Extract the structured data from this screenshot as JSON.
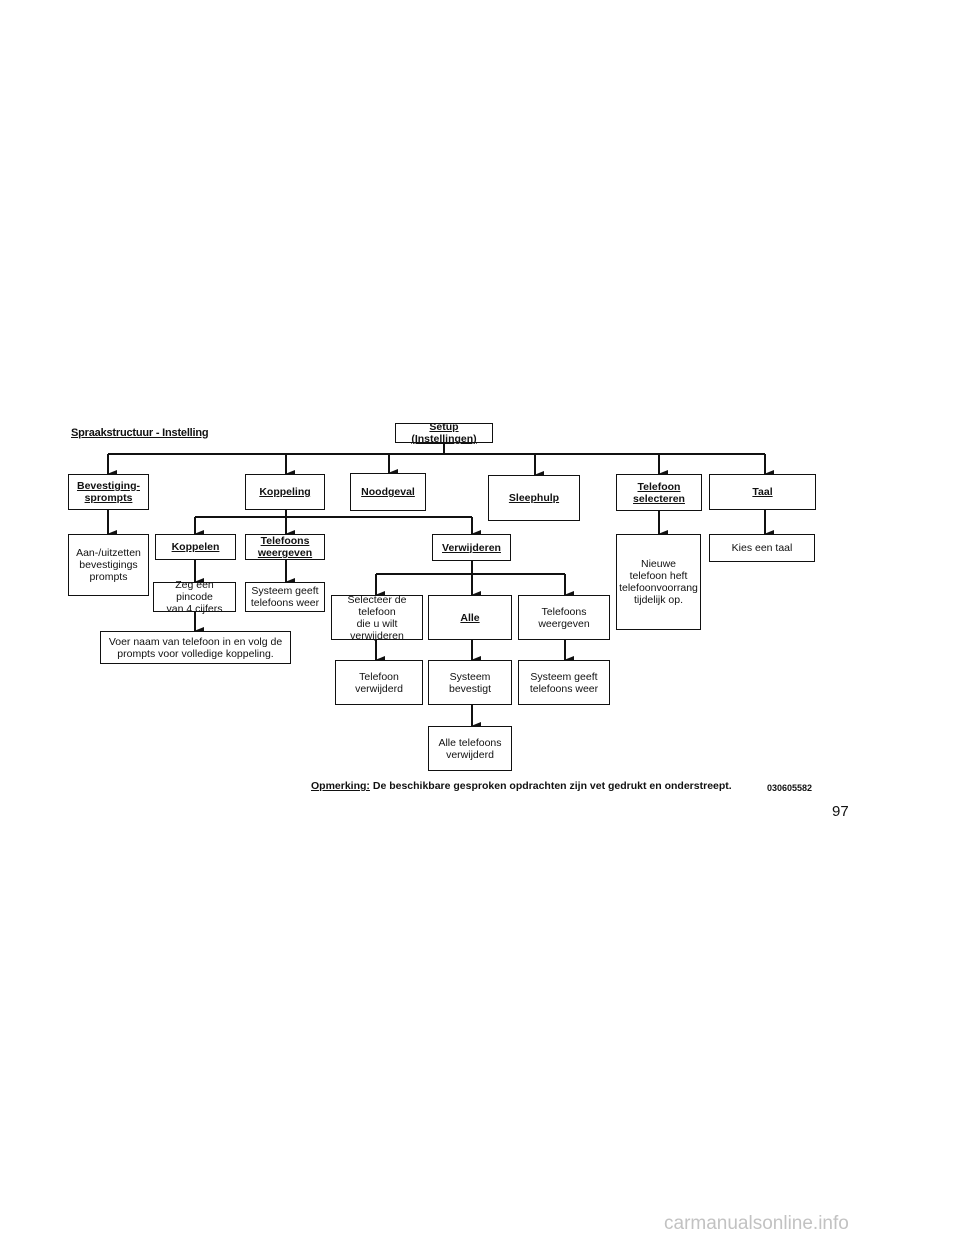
{
  "title": "Spraakstructuur - Instelling",
  "root": "Setup (Instellingen)",
  "categories": {
    "bevestiging": "Bevestiging-\nsprompts",
    "koppeling": "Koppeling",
    "noodgeval": "Noodgeval",
    "sleephulp": "Sleephulp",
    "telefoon_selecteren": "Telefoon\nselecteren",
    "taal": "Taal"
  },
  "nodes": {
    "aan_uitzetten": "Aan-/uitzetten\nbevestigings\nprompts",
    "koppelen": "Koppelen",
    "telefoons_weergeven": "Telefoons\nweergeven",
    "verwijderen": "Verwijderen",
    "nieuwe_telefoon": "Nieuwe\ntelefoon heft\ntelefoonvoorrang\ntijdelijk op.",
    "kies_taal": "Kies een taal",
    "zeg_pincode": "Zeg een pincode\nvan 4 cijfers",
    "systeem_geeft_1": "Systeem geeft\ntelefoons weer",
    "voer_naam": "Voer naam van telefoon in en volg de\nprompts voor volledige koppeling.",
    "selecteer_telefoon": "Selecteer de telefoon\ndie u wilt verwijderen",
    "alle": "Alle",
    "telefoons_weergeven_2": "Telefoons\nweergeven",
    "telefoon_verwijderd": "Telefoon verwijderd",
    "systeem_bevestigt": "Systeem bevestigt",
    "systeem_geeft_2": "Systeem geeft\ntelefoons weer",
    "alle_verwijderd": "Alle telefoons\nverwijderd"
  },
  "note": {
    "label": "Opmerking:",
    "text": " De beschikbare gesproken opdrachten zijn vet gedrukt en onderstreept."
  },
  "figure_code": "030605582",
  "page_number": "97",
  "watermark": "carmanualsonline.info"
}
